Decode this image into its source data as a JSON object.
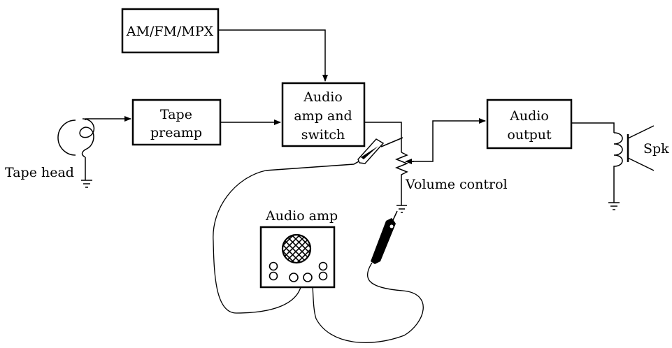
{
  "blocks": {
    "amfm": [
      "AM/FM/MPX"
    ],
    "tape_preamp": [
      "Tape",
      "preamp"
    ],
    "audio_amp_switch": [
      "Audio",
      "amp and",
      "switch"
    ],
    "audio_output": [
      "Audio",
      "output"
    ]
  },
  "labels": {
    "tape_head": "Tape head",
    "volume_control": "Volume control",
    "speaker": "Spk",
    "test_amp": "Audio amp"
  }
}
